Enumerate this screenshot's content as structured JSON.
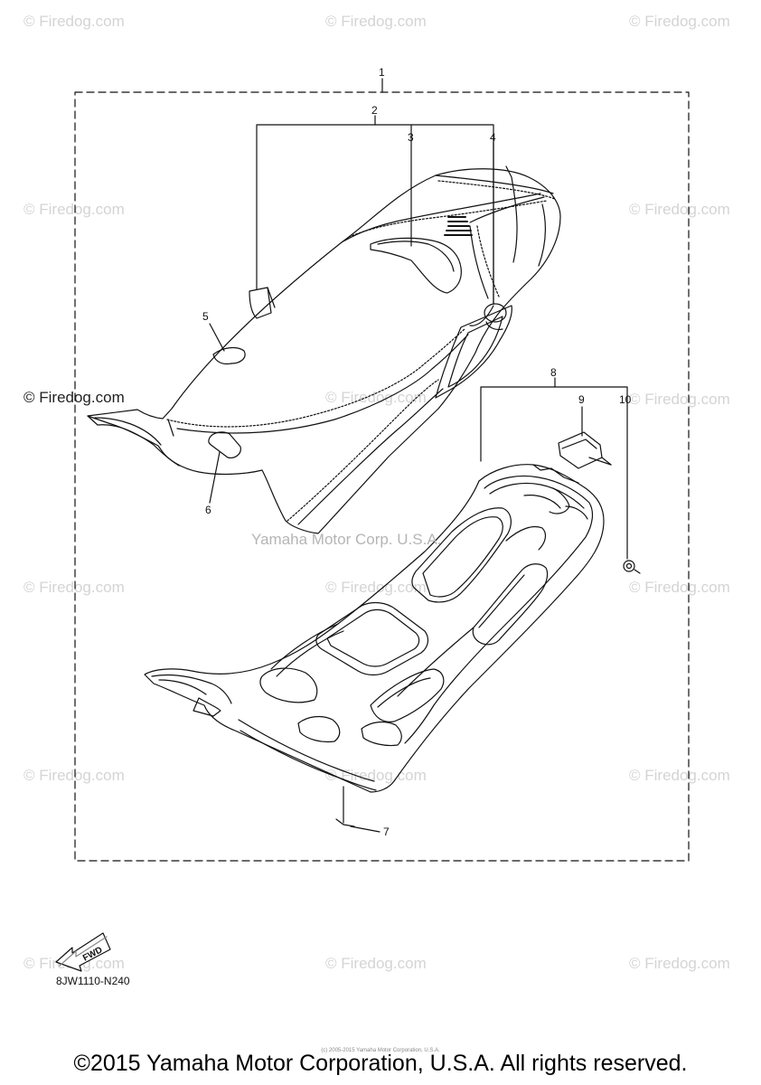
{
  "watermarks": [
    "© Firedog.com",
    "© Firedog.com",
    "© Firedog.com",
    "© Firedog.com",
    "© Firedog.com",
    "© Firedog.com",
    "© Firedog.com",
    "© Firedog.com",
    "© Firedog.com",
    "© Firedog.com",
    "© Firedog.com",
    "© Firedog.com",
    "© Firedog.com",
    "© Firedog.com",
    "© Firedog.com",
    "© Firedog.com",
    "© Firedog.com"
  ],
  "callouts": {
    "c1": "1",
    "c2": "2",
    "c3": "3",
    "c4": "4",
    "c5": "5",
    "c6": "6",
    "c7": "7",
    "c8": "8",
    "c9": "9",
    "c10": "10"
  },
  "center_watermark": "Yamaha Motor Corp. U.S.A.",
  "fwd_label": "FWD",
  "part_code": "8JW1110-N240",
  "fine_print": "(c) 2005-2015 Yamaha Motor Corporation, U.S.A.",
  "copyright": "©2015 Yamaha Motor Corporation, U.S.A. All rights reserved.",
  "colors": {
    "line": "#111111",
    "watermark": "#d4d4d4"
  }
}
